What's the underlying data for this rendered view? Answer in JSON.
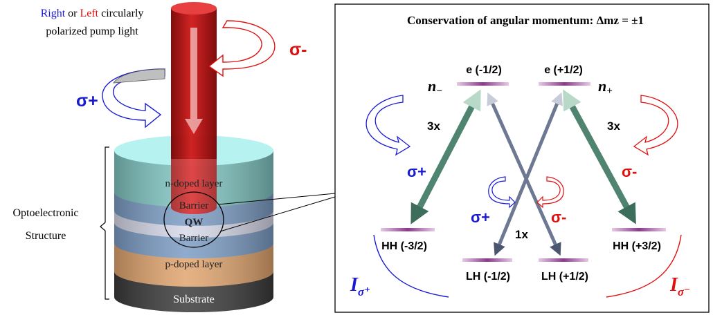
{
  "left": {
    "pump": {
      "right_word": "Right",
      "or_word": " or ",
      "left_word": "Left",
      "rest_line1": " circularly",
      "line2": "polarized pump light"
    },
    "sigma_plus": "σ+",
    "sigma_minus": "σ-",
    "layers": {
      "n_doped": "n-doped layer",
      "barrier_top": "Barrier",
      "qw": "QW",
      "barrier_bottom": "Barrier",
      "p_doped": "p-doped layer",
      "substrate": "Substrate"
    },
    "structure_label": [
      "Optoelectronic",
      "Structure"
    ]
  },
  "right": {
    "title": "Conservation of angular momentum: Δmz = ±1",
    "levels": {
      "e_minus": "e (-1/2)",
      "e_plus": "e (+1/2)",
      "hh_minus": "HH (-3/2)",
      "hh_plus": "HH (+3/2)",
      "lh_minus": "LH (-1/2)",
      "lh_plus": "LH (+1/2)"
    },
    "n_minus": "n",
    "n_minus_sub": "−",
    "n_plus": "n",
    "n_plus_sub": "+",
    "ratio_left": "3x",
    "ratio_right": "3x",
    "ratio_center": "1x",
    "sigma_plus_outer": "σ+",
    "sigma_minus_outer": "σ-",
    "sigma_plus_inner": "σ+",
    "sigma_minus_inner": "σ-",
    "i_left": "I",
    "i_left_sub": "σ⁺",
    "i_right": "I",
    "i_right_sub": "σ⁻"
  },
  "colors": {
    "blue": "#1a1ad6",
    "red": "#e01010",
    "arrow_green": "#3d6e5c",
    "arrow_slate": "#4a5670",
    "level_purple": "#8a3a8a"
  }
}
